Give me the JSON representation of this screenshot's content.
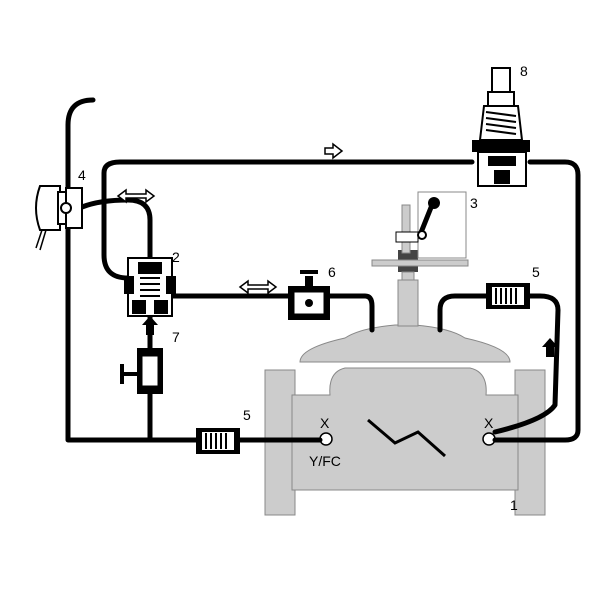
{
  "colors": {
    "valve_body": "#cccccc",
    "valve_outline": "#888888",
    "piping": "#000000",
    "background": "#ffffff"
  },
  "callouts": {
    "main_valve": "1",
    "pilot_2": "2",
    "position_indicator": "3",
    "solenoid": "4",
    "strainer_inlet": "5",
    "strainer_outlet": "5",
    "needle_valve": "6",
    "ball_valve": "7",
    "reducing_pilot": "8"
  },
  "ports": {
    "inlet_x": "X",
    "outlet_x": "X",
    "inlet_sub": "Y/FC"
  },
  "icons": [
    "flow-arrow-icon",
    "bidirectional-arrow-icon"
  ]
}
